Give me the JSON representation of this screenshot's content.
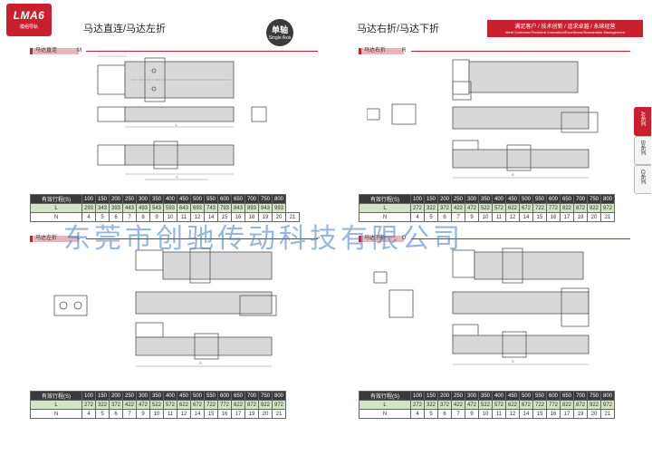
{
  "header": {
    "brand": "LMA6",
    "brand_sub": "模组导轨",
    "left_title": "马达直连/马达左折",
    "right_title": "马达右折/马达下折",
    "badge_zh": "单轴",
    "badge_en": "Single Axis",
    "slogan_zh": "满足客户 / 技术创新 / 追求卓越 / 永续经营",
    "slogan_en": "Meet Customer/Technical Innovation/Excellence/Sustainable Management"
  },
  "sections": {
    "motor_direct": {
      "label": "马达直连",
      "code": "M"
    },
    "motor_left": {
      "label": "马达左折",
      "code": "L"
    },
    "motor_right": {
      "label": "马达右折",
      "code": "R"
    },
    "motor_down": {
      "label": "马达下折",
      "code": "D"
    }
  },
  "tables": {
    "head_label": "有效行程(S)",
    "row_L_label": "L",
    "row_N_label": "N",
    "strokes": [
      "100",
      "150",
      "200",
      "250",
      "300",
      "350",
      "400",
      "450",
      "500",
      "550",
      "600",
      "650",
      "700",
      "750",
      "800"
    ],
    "motor_direct": {
      "L": [
        "293",
        "343",
        "393",
        "443",
        "493",
        "543",
        "593",
        "643",
        "693",
        "743",
        "793",
        "843",
        "893",
        "943",
        "993"
      ],
      "N": [
        "4",
        "5",
        "6",
        "7",
        "8",
        "9",
        "10",
        "11",
        "12",
        "14",
        "15",
        "16",
        "18",
        "19",
        "20",
        "21"
      ]
    },
    "motor_right": {
      "L": [
        "272",
        "322",
        "372",
        "422",
        "472",
        "522",
        "572",
        "622",
        "672",
        "722",
        "772",
        "822",
        "872",
        "922",
        "972"
      ],
      "N": [
        "4",
        "5",
        "6",
        "7",
        "9",
        "10",
        "11",
        "12",
        "14",
        "15",
        "16",
        "17",
        "19",
        "20",
        "21"
      ]
    },
    "motor_left": {
      "L": [
        "272",
        "322",
        "372",
        "422",
        "472",
        "522",
        "572",
        "622",
        "672",
        "722",
        "772",
        "822",
        "872",
        "922",
        "972"
      ],
      "N": [
        "4",
        "5",
        "6",
        "7",
        "9",
        "10",
        "11",
        "12",
        "14",
        "15",
        "16",
        "17",
        "19",
        "20",
        "21"
      ]
    },
    "motor_down": {
      "L": [
        "272",
        "322",
        "372",
        "422",
        "472",
        "522",
        "572",
        "622",
        "672",
        "722",
        "772",
        "822",
        "872",
        "922",
        "972"
      ],
      "N": [
        "4",
        "5",
        "6",
        "7",
        "9",
        "10",
        "11",
        "12",
        "14",
        "15",
        "16",
        "17",
        "19",
        "20",
        "21"
      ]
    }
  },
  "side_tabs": [
    "A系列",
    "B系列",
    "C系列"
  ],
  "watermark": "东莞市创驰传动科技有限公司",
  "page_numbers": {
    "left": "",
    "right": ""
  },
  "colors": {
    "accent": "#c8202f",
    "table_header": "#3a3a3a",
    "row_L": "#d3e3c4"
  }
}
